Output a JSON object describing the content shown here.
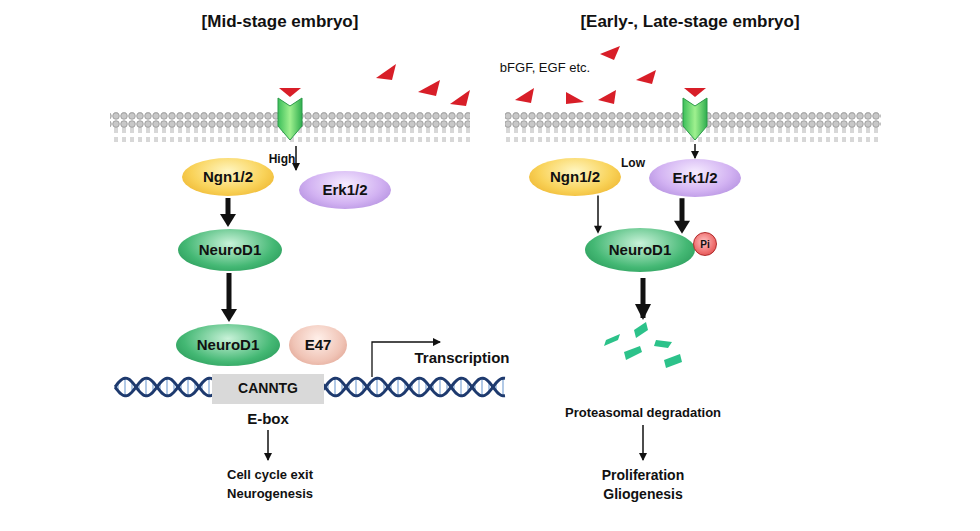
{
  "diagram": {
    "nodes": [
      {
        "text": [
          "Ngn1/2"
        ]
      },
      {
        "text": [
          "Erk1/2"
        ]
      },
      {
        "text": [
          "NeuroD1"
        ]
      },
      {
        "text": [
          "NeuroD1"
        ]
      },
      {
        "text": [
          "E47"
        ]
      },
      {
        "text": [
          "CANNTG"
        ]
      },
      {
        "text": [
          "Ngn1/2"
        ]
      },
      {
        "text": [
          "Erk1/2"
        ]
      },
      {
        "text": [
          "NeuroD1"
        ]
      },
      {
        "text": [
          "Pi"
        ]
      }
    ],
    "edges": [
      {
        "from": 0,
        "to": 2,
        "arrow": "to"
      },
      {
        "from": 2,
        "to": 3,
        "arrow": "to"
      },
      {
        "from": 6,
        "to": 8,
        "arrow": "to"
      },
      {
        "from": 7,
        "to": 8,
        "arrow": "to"
      }
    ],
    "labels": [
      "[Mid-stage embryo]",
      "[Early-, Late-stage embryo]",
      "bFGF, EGF etc.",
      "High",
      "Low",
      "E-box",
      "Transcription",
      "Cell cycle exit",
      "Neurogenesis",
      "Proteasomal degradation",
      "Proliferation",
      "Gliogenesis"
    ]
  }
}
